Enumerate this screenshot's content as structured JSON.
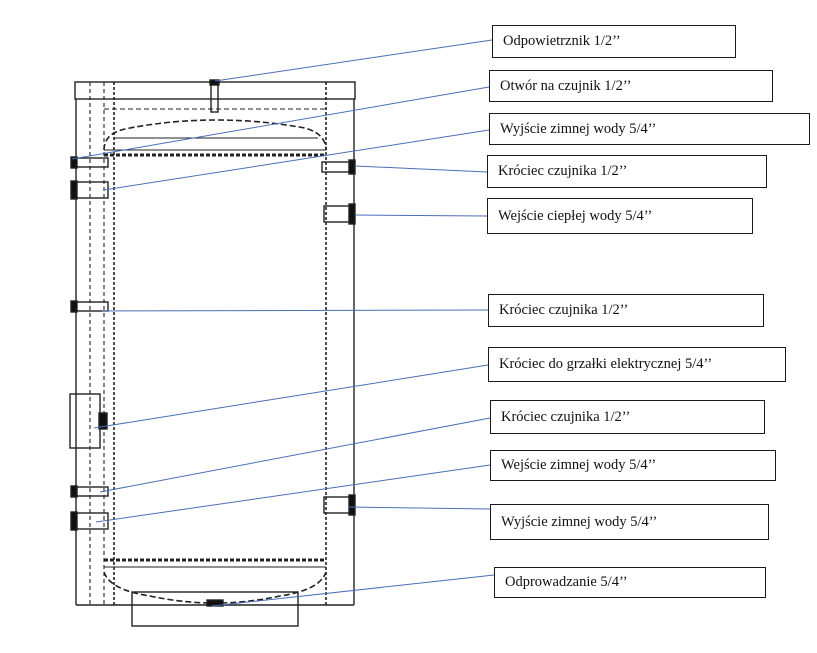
{
  "diagram": {
    "title": "Zbiornik buforowy - przyłącza",
    "leader_color": "#4a6fb5",
    "labels": [
      {
        "id": "odpowietrznik",
        "text": "Odpowietrznik 1/2’’"
      },
      {
        "id": "otwor-czujnik",
        "text": "Otwór na czujnik 1/2’’"
      },
      {
        "id": "wyjscie-zimnej-top",
        "text": "Wyjście zimnej wody 5/4’’"
      },
      {
        "id": "krociec-czujnika-top",
        "text": "Króciec czujnika 1/2’’"
      },
      {
        "id": "wejscie-cieplej",
        "text": "Wejście ciepłej wody 5/4’’"
      },
      {
        "id": "krociec-czujnika-mid",
        "text": "Króciec czujnika 1/2’’"
      },
      {
        "id": "krociec-grzalki",
        "text": "Króciec do grzałki elektrycznej 5/4’’"
      },
      {
        "id": "krociec-czujnika-low",
        "text": "Króciec czujnika 1/2’’"
      },
      {
        "id": "wejscie-zimnej",
        "text": "Wejście zimnej wody 5/4’’"
      },
      {
        "id": "wyjscie-zimnej-bottom",
        "text": "Wyjście zimnej wody 5/4’’"
      },
      {
        "id": "odprowadzanie",
        "text": "Odprowadzanie 5/4’’"
      }
    ]
  }
}
